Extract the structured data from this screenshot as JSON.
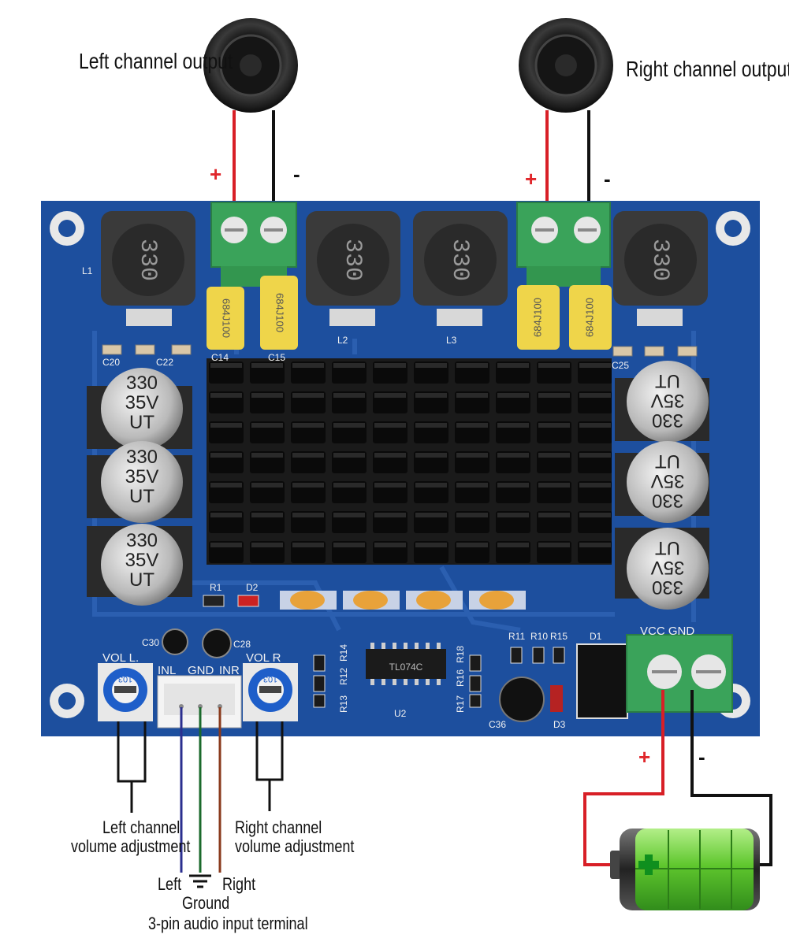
{
  "labels": {
    "left_output": "Left channel output",
    "right_output": "Right channel output",
    "left_volume_line1": "Left channel",
    "left_volume_line2": "volume adjustment",
    "right_volume_line1": "Right channel",
    "right_volume_line2": "volume adjustment",
    "input_left": "Left",
    "input_ground": "Ground",
    "input_right": "Right",
    "input_terminal": "3-pin audio input terminal",
    "plus": "+",
    "minus": "-"
  },
  "board": {
    "inductor_marking": "330",
    "inductor_refs": [
      "L1",
      "L2",
      "L3"
    ],
    "film_cap_marking_a": "684J100",
    "film_cap_marking_b": "684J100",
    "film_cap_refs": [
      "C14",
      "C15"
    ],
    "electrolytic_lines": [
      "330",
      "35V",
      "UT"
    ],
    "silkscreen": {
      "vol_l": "VOL L.",
      "vol_r": "VOL R",
      "inl": "INL",
      "gnd": "GND",
      "inr": "INR",
      "vcc_gnd": "VCC GND",
      "c20": "C20",
      "c22": "C22",
      "c25": "C25",
      "c30": "C30",
      "c28": "C28",
      "c36": "C36",
      "r1": "R1",
      "d2": "D2",
      "d1": "D1",
      "d3": "D3",
      "u2": "U2",
      "r11": "R11",
      "r10": "R10",
      "r15": "R15",
      "r13": "R13",
      "r12": "R12",
      "r14": "R14",
      "r17": "R17",
      "r16": "R16",
      "r18": "R18",
      "pot_marking": "103"
    },
    "chip_text": "TL074C"
  },
  "colors": {
    "pcb": "#1d4f9e",
    "pcb_dark": "#143a78",
    "terminal_green": "#3aa35a",
    "wire_red": "#d81f26",
    "wire_black": "#111111",
    "wire_blue": "#2b2f8f",
    "wire_green": "#1b6a2c",
    "wire_brown": "#8a3a1c",
    "battery_green": "#6fd13a"
  },
  "icons": [
    "speaker-icon",
    "battery-icon",
    "ground-symbol-icon"
  ]
}
